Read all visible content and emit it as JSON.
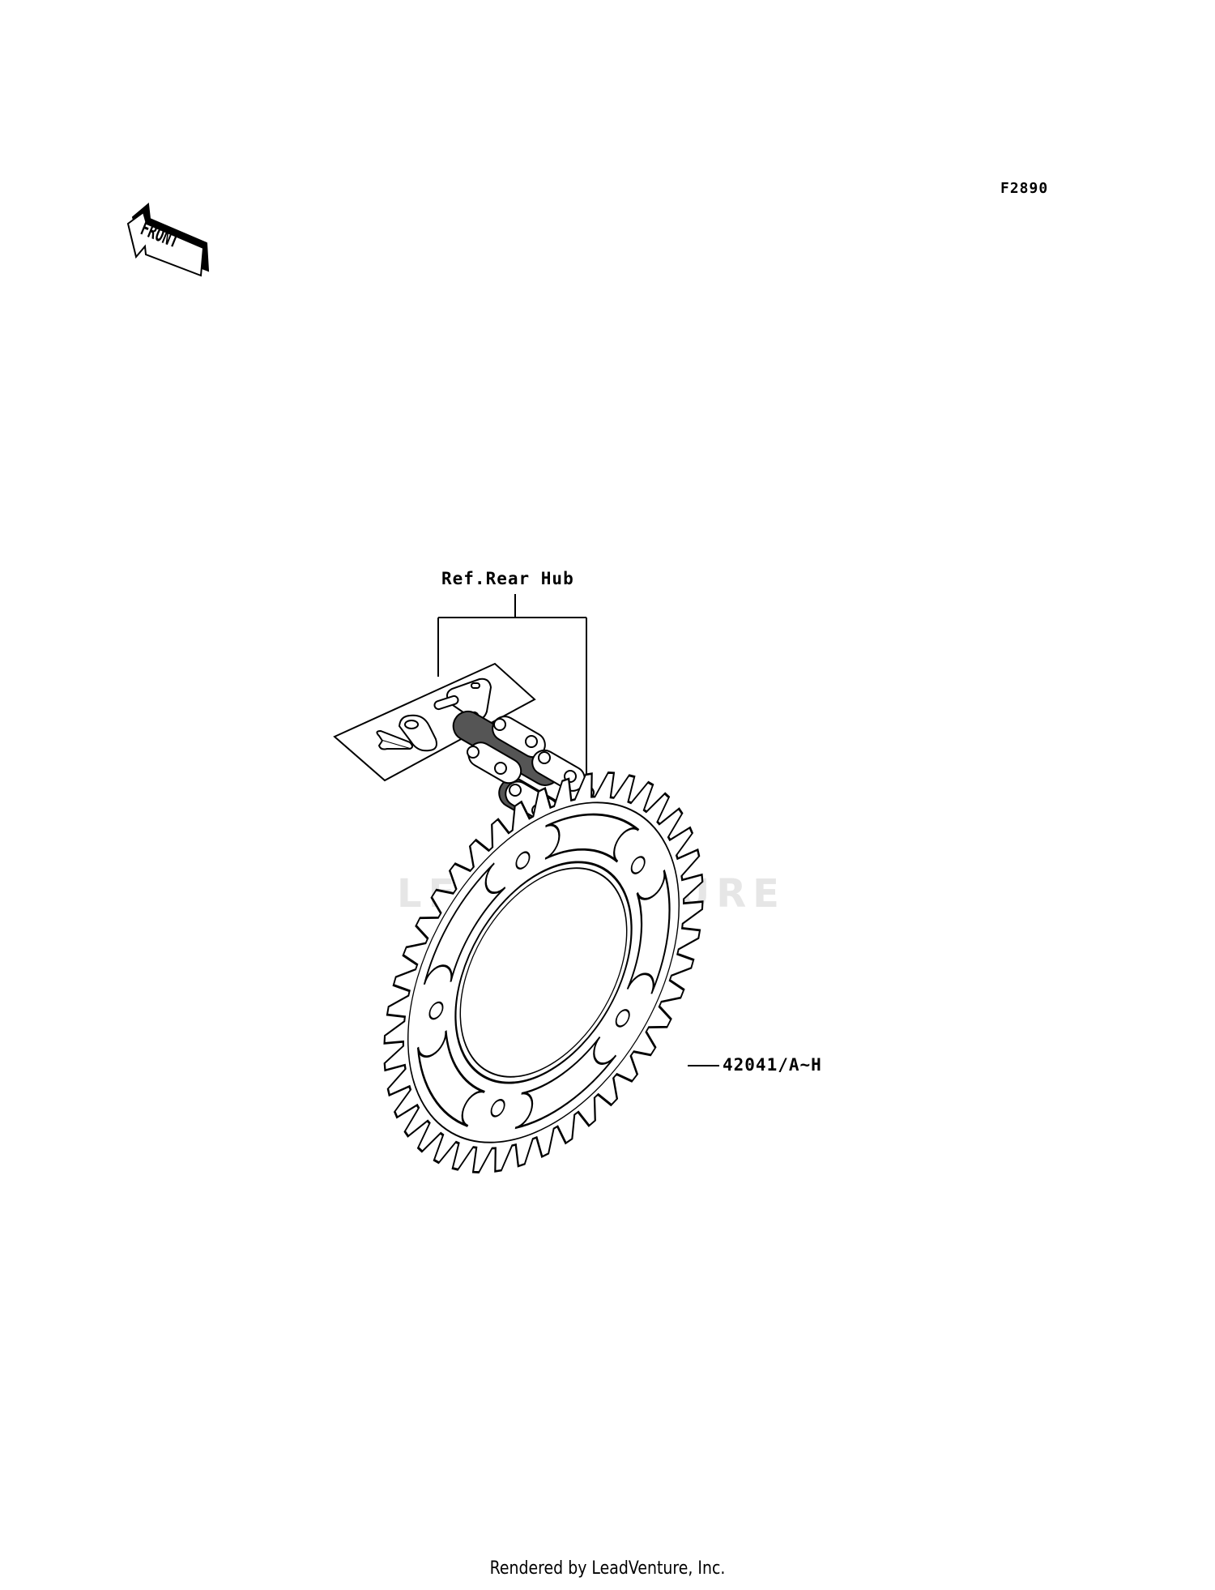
{
  "figure_id": "F2890",
  "front_label": "FRONT",
  "ref_label": "Ref.Rear Hub",
  "part_label": "42041/A~H",
  "watermark": "LEADVENTURE",
  "footer": "Rendered by LeadVenture, Inc.",
  "sprocket": {
    "teeth": 42
  },
  "colors": {
    "line": "#000000",
    "background": "#ffffff",
    "watermark": "#e6e6e6"
  }
}
